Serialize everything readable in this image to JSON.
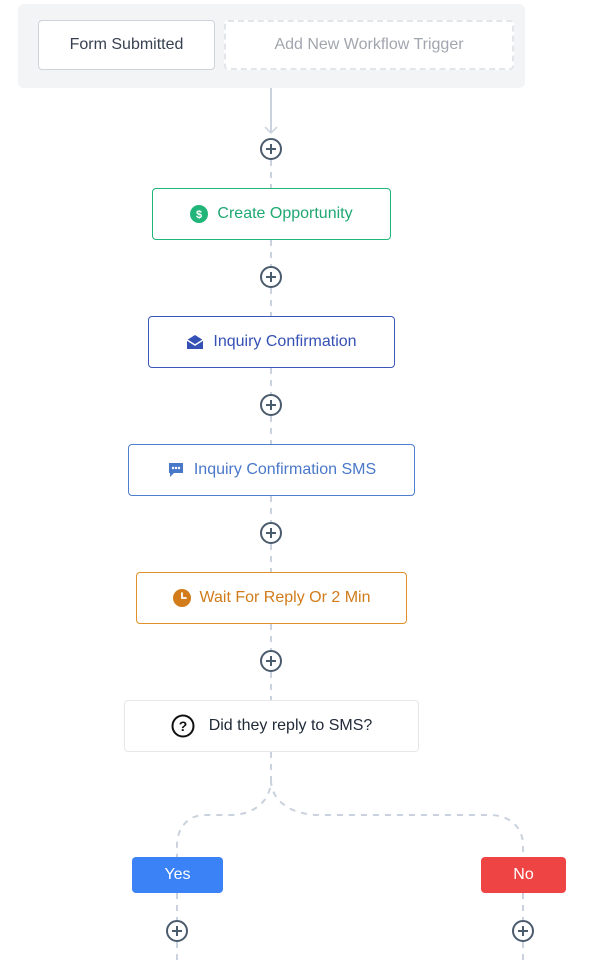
{
  "trigger": {
    "current_label": "Form Submitted",
    "add_label": "Add New Workflow Trigger"
  },
  "actions": [
    {
      "label": "Create Opportunity",
      "icon": "dollar-icon",
      "color": "#22b57a"
    },
    {
      "label": "Inquiry Confirmation",
      "icon": "envelope-open-icon",
      "color": "#3a56b8"
    },
    {
      "label": "Inquiry Confirmation SMS",
      "icon": "chat-bubble-icon",
      "color": "#4d7fd1"
    },
    {
      "label": "Wait For Reply Or 2 Min",
      "icon": "clock-icon",
      "color": "#e0902a"
    }
  ],
  "condition": {
    "label": "Did they reply to SMS?",
    "icon": "question-circle-icon"
  },
  "branches": {
    "yes": {
      "label": "Yes",
      "color": "#3b82f6"
    },
    "no": {
      "label": "No",
      "color": "#ef4444"
    }
  },
  "add_step_icon": "plus-circle-icon"
}
